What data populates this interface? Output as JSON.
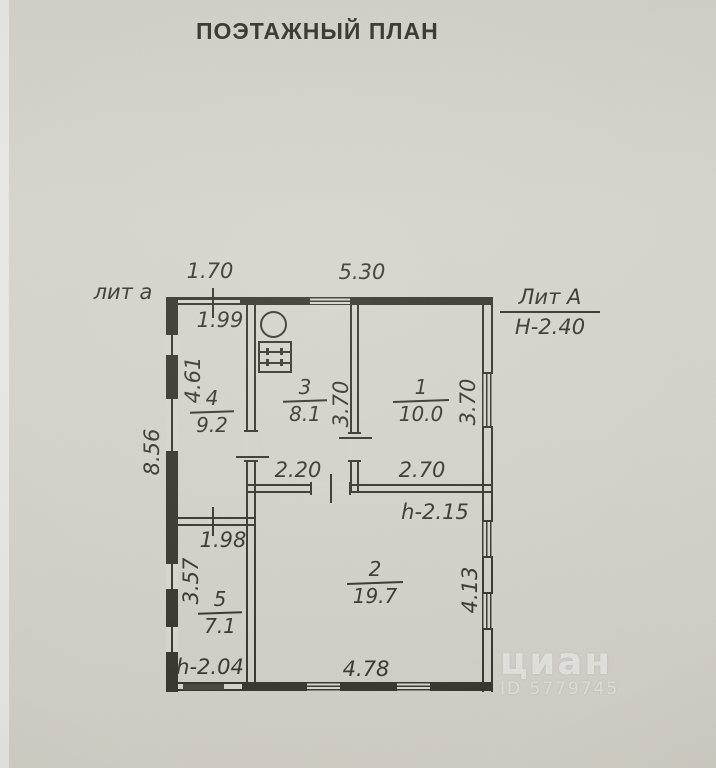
{
  "title": "ПОЭТАЖНЫЙ ПЛАН",
  "plan": {
    "building_labels": {
      "annex": "лит а",
      "main": "Лит А",
      "main_height": "Н-2.40"
    },
    "overall_dims": {
      "height_left": "8.56",
      "top_segment_annex": "1.70",
      "top_segment_main": "5.30"
    },
    "rooms": {
      "r1": {
        "number": "1",
        "area": "10.0",
        "dim_right": "3.70",
        "dim_bottom": "2.70"
      },
      "r2": {
        "number": "2",
        "area": "19.7",
        "dim_right": "4.13",
        "dim_bottom": "4.78",
        "ceiling": "h-2.15"
      },
      "r3": {
        "number": "3",
        "area": "8.1",
        "dim_right": "3.70",
        "dim_bottom": "2.20"
      },
      "r4": {
        "number": "4",
        "area": "9.2",
        "dim_top": "1.99",
        "dim_left": "4.61"
      },
      "r5": {
        "number": "5",
        "area": "7.1",
        "dim_top": "1.98",
        "dim_left": "3.57",
        "ceiling": "h-2.04"
      }
    },
    "icons": {
      "kitchen_sink": "sink-circle-icon",
      "kitchen_stove": "stove-icon"
    },
    "colors": {
      "line": "#343129",
      "paper": "#d2cfc8"
    }
  },
  "watermark": {
    "brand": "циан",
    "id_text": "ID 5779745"
  }
}
